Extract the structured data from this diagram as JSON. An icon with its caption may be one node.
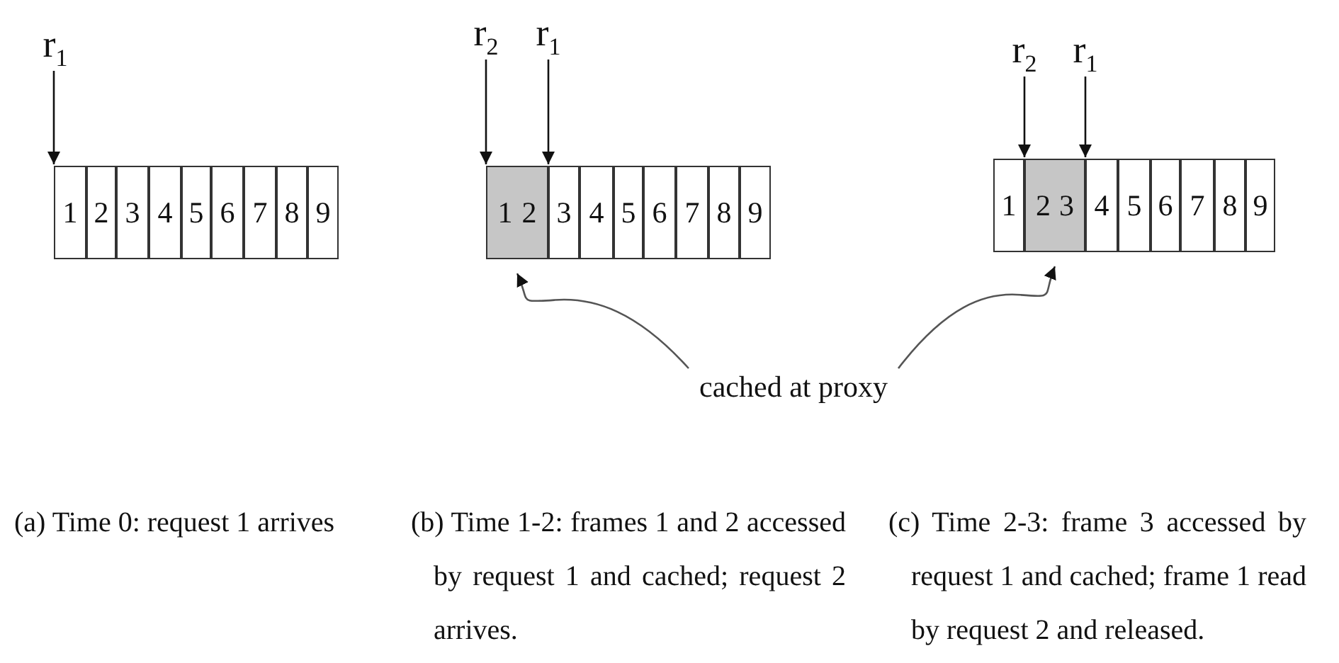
{
  "diagram": {
    "nodes": [
      {
        "text": [
          "r$_{1}$"
        ]
      },
      {
        "text": [
          "1"
        ]
      },
      {
        "text": [
          "2"
        ]
      },
      {
        "text": [
          "3"
        ]
      },
      {
        "text": [
          "4"
        ]
      },
      {
        "text": [
          "5"
        ]
      },
      {
        "text": [
          "6"
        ]
      },
      {
        "text": [
          "7"
        ]
      },
      {
        "text": [
          "8"
        ]
      },
      {
        "text": [
          "9"
        ]
      },
      {
        "text": [
          "r$_{2}$"
        ]
      },
      {
        "text": [
          "r$_{1}$"
        ]
      },
      {
        "text": [
          "1",
          "2"
        ]
      },
      {
        "text": [
          "3"
        ]
      },
      {
        "text": [
          "4"
        ]
      },
      {
        "text": [
          "5"
        ]
      },
      {
        "text": [
          "6"
        ]
      },
      {
        "text": [
          "7"
        ]
      },
      {
        "text": [
          "8"
        ]
      },
      {
        "text": [
          "9"
        ]
      },
      {
        "text": [
          "r$_{2}$"
        ]
      },
      {
        "text": [
          "r$_{1}$"
        ]
      },
      {
        "text": [
          "1"
        ]
      },
      {
        "text": [
          "2",
          "3"
        ]
      },
      {
        "text": [
          "4"
        ]
      },
      {
        "text": [
          "5"
        ]
      },
      {
        "text": [
          "6"
        ]
      },
      {
        "text": [
          "7"
        ]
      },
      {
        "text": [
          "8"
        ]
      },
      {
        "text": [
          "9"
        ]
      },
      {
        "text": [
          "cached at proxy"
        ]
      }
    ],
    "edges": [
      {
        "from": 0,
        "to": 1,
        "arrow": "to"
      },
      {
        "from": 10,
        "to": 12,
        "arrow": "to"
      },
      {
        "from": 11,
        "to": 13,
        "arrow": "to"
      },
      {
        "from": 20,
        "to": 23,
        "arrow": "to"
      },
      {
        "from": 21,
        "to": 24,
        "arrow": "to"
      },
      {
        "from": 30,
        "to": 12,
        "arrow": "to"
      },
      {
        "from": 30,
        "to": 23,
        "arrow": "to"
      }
    ],
    "labels": [
      "(a) Time 0: request 1 arrives",
      "(b) Time 1-2: frames 1 and 2 accessed by request 1 and cached; request 2 arrives.",
      "(c) Time 2-3: frame 3 accessed by request 1 and cached; frame 1 read by request 2 and released."
    ]
  }
}
